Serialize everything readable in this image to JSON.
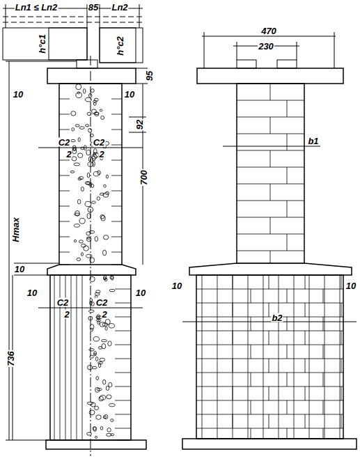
{
  "diagram": {
    "labels": [
      "Lп1 ≤ Lп2",
      "85",
      "Lп2",
      "h°c1",
      "h°c2",
      "95",
      "10",
      "10",
      "92",
      "C2",
      "2",
      "C2",
      "2",
      "700",
      "Hmax",
      "10",
      "10",
      "10",
      "C2",
      "2",
      "C2",
      "2",
      "736",
      "470",
      "230",
      "b1",
      "10",
      "10",
      "b2"
    ]
  }
}
